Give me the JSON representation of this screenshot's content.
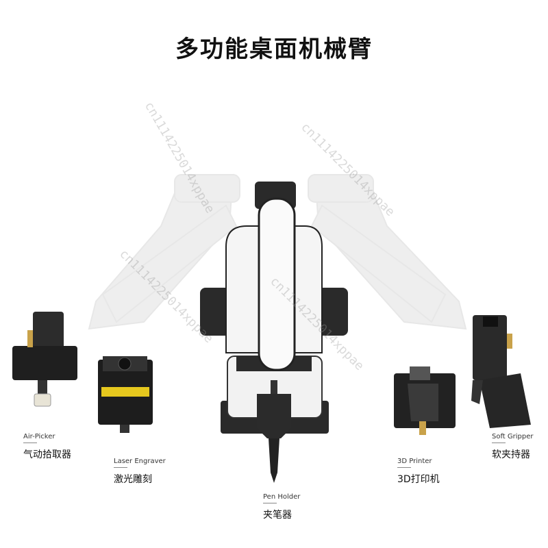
{
  "title": "多功能桌面机械臂",
  "watermark": "cn1114225014xppae",
  "tools": {
    "air_picker": {
      "en": "Air-Picker",
      "zh": "气动拾取器"
    },
    "laser_engraver": {
      "en": "Laser  Engraver",
      "zh": "激光雕刻"
    },
    "pen_holder": {
      "en": "Pen Holder",
      "zh": "夹笔器"
    },
    "printer_3d": {
      "en": "3D Printer",
      "zh": "3D打印机"
    },
    "soft_gripper": {
      "en": "Soft Gripper",
      "zh": "软夹持器"
    }
  }
}
